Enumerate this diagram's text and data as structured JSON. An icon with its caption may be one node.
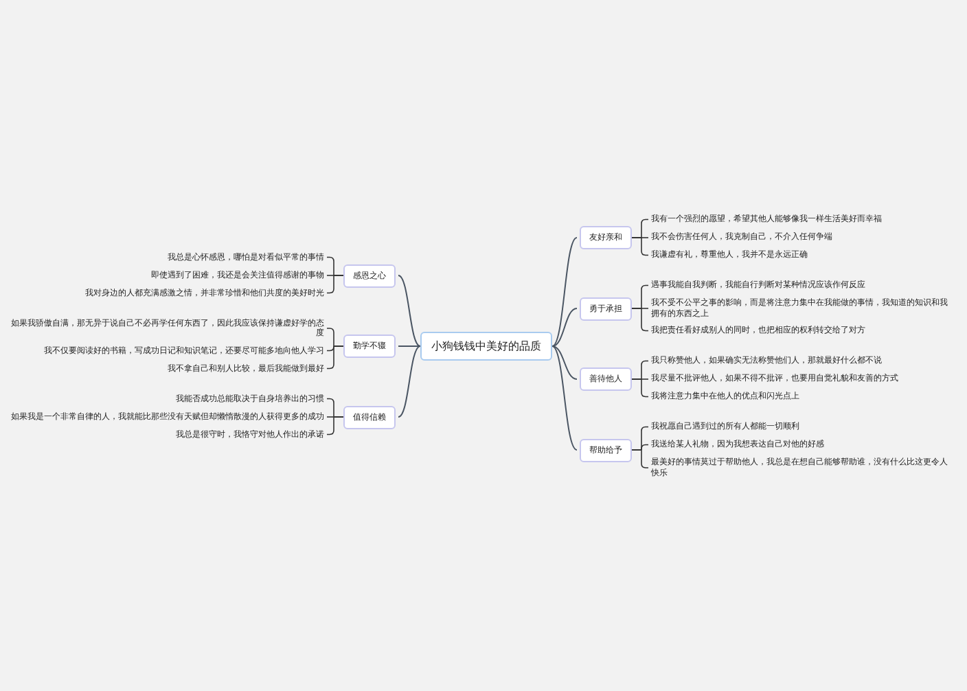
{
  "diagram": {
    "nodes": [
      {
        "text": [
          "小狗钱钱中美好的品质"
        ]
      },
      {
        "text": [
          "友好亲和"
        ]
      },
      {
        "text": [
          "勇于承担"
        ]
      },
      {
        "text": [
          "善待他人"
        ]
      },
      {
        "text": [
          "帮助给予"
        ]
      },
      {
        "text": [
          "感恩之心"
        ]
      },
      {
        "text": [
          "勤学不辍"
        ]
      },
      {
        "text": [
          "值得信赖"
        ]
      },
      {
        "text": [
          "我有一个强烈的愿望，希望其他人能够像我一样生活美好而幸福"
        ]
      },
      {
        "text": [
          "我不会伤害任何人，我克制自己，不介入任何争端"
        ]
      },
      {
        "text": [
          "我谦虚有礼，尊重他人，我并不是永远正确"
        ]
      },
      {
        "text": [
          "遇事我能自我判断，我能自行判断对某种情况应该作何反应"
        ]
      },
      {
        "text": [
          "我不受不公平之事的影响，而是将注意力集中在我能做的事情，我知道的知识和我拥有的东西之上"
        ]
      },
      {
        "text": [
          "我把责任看好成别人的同时，也把相应的权利转交给了对方"
        ]
      },
      {
        "text": [
          "我只称赞他人，如果确实无法称赞他们人，那就最好什么都不说"
        ]
      },
      {
        "text": [
          "我尽量不批评他人，如果不得不批评，也要用自觉礼貌和友善的方式"
        ]
      },
      {
        "text": [
          "我将注意力集中在他人的优点和闪光点上"
        ]
      },
      {
        "text": [
          "我祝愿自己遇到过的所有人都能一切顺利"
        ]
      },
      {
        "text": [
          "我送给某人礼物，因为我想表达自己对他的好感"
        ]
      },
      {
        "text": [
          "最美好的事情莫过于帮助他人，我总是在想自己能够帮助谁，没有什么比这更令人快乐"
        ]
      },
      {
        "text": [
          "我总是心怀感恩，哪怕是对看似平常的事情"
        ]
      },
      {
        "text": [
          "即使遇到了困难，我还是会关注值得感谢的事物"
        ]
      },
      {
        "text": [
          "我对身边的人都充满感激之情，并非常珍惜和他们共度的美好时光"
        ]
      },
      {
        "text": [
          "如果我骄傲自满，那无异于说自己不必再学任何东西了，因此我应该保持谦虚好学的态度"
        ]
      },
      {
        "text": [
          "我不仅要阅读好的书籍，写成功日记和知识笔记，还要尽可能多地向他人学习"
        ]
      },
      {
        "text": [
          "我不拿自己和别人比较，最后我能做到最好"
        ]
      },
      {
        "text": [
          "我能否成功总能取决于自身培养出的习惯"
        ]
      },
      {
        "text": [
          "如果我是一个非常自律的人，我就能比那些没有天赋但却懒惰散漫的人获得更多的成功"
        ]
      },
      {
        "text": [
          "我总是很守时，我恪守对他人作出的承诺"
        ]
      }
    ],
    "edges": [
      {
        "from": 0,
        "to": 1,
        "arrow": "none"
      },
      {
        "from": 0,
        "to": 2,
        "arrow": "none"
      },
      {
        "from": 0,
        "to": 3,
        "arrow": "none"
      },
      {
        "from": 0,
        "to": 4,
        "arrow": "none"
      },
      {
        "from": 0,
        "to": 5,
        "arrow": "none"
      },
      {
        "from": 0,
        "to": 6,
        "arrow": "none"
      },
      {
        "from": 0,
        "to": 7,
        "arrow": "none"
      },
      {
        "from": 1,
        "to": 8,
        "arrow": "none"
      },
      {
        "from": 1,
        "to": 9,
        "arrow": "none"
      },
      {
        "from": 1,
        "to": 10,
        "arrow": "none"
      },
      {
        "from": 2,
        "to": 11,
        "arrow": "none"
      },
      {
        "from": 2,
        "to": 12,
        "arrow": "none"
      },
      {
        "from": 2,
        "to": 13,
        "arrow": "none"
      },
      {
        "from": 3,
        "to": 14,
        "arrow": "none"
      },
      {
        "from": 3,
        "to": 15,
        "arrow": "none"
      },
      {
        "from": 3,
        "to": 16,
        "arrow": "none"
      },
      {
        "from": 4,
        "to": 17,
        "arrow": "none"
      },
      {
        "from": 4,
        "to": 18,
        "arrow": "none"
      },
      {
        "from": 4,
        "to": 19,
        "arrow": "none"
      },
      {
        "from": 5,
        "to": 20,
        "arrow": "none"
      },
      {
        "from": 5,
        "to": 21,
        "arrow": "none"
      },
      {
        "from": 5,
        "to": 22,
        "arrow": "none"
      },
      {
        "from": 6,
        "to": 23,
        "arrow": "none"
      },
      {
        "from": 6,
        "to": 24,
        "arrow": "none"
      },
      {
        "from": 6,
        "to": 25,
        "arrow": "none"
      },
      {
        "from": 7,
        "to": 26,
        "arrow": "none"
      },
      {
        "from": 7,
        "to": 27,
        "arrow": "none"
      },
      {
        "from": 7,
        "to": 28,
        "arrow": "none"
      }
    ]
  }
}
